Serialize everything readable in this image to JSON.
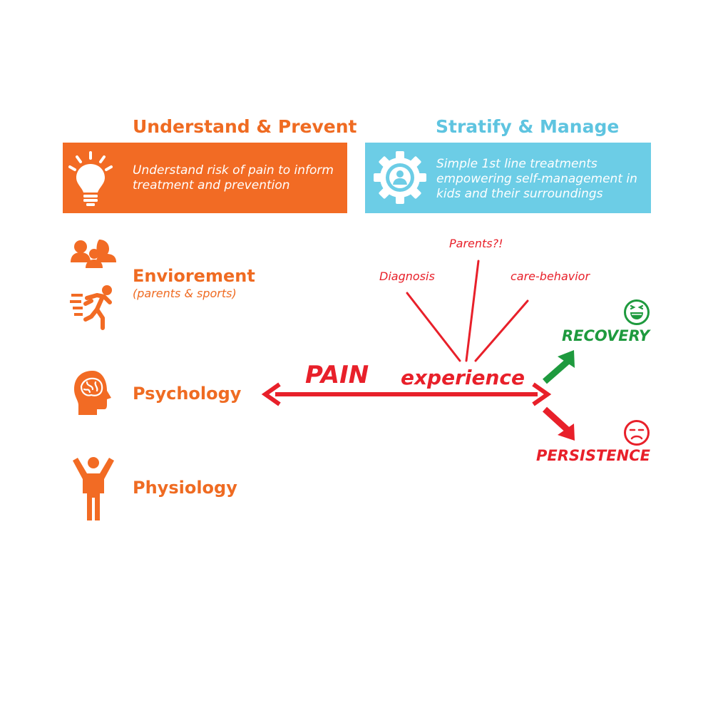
{
  "headers": {
    "left": "Understand & Prevent",
    "right": "Stratify & Manage"
  },
  "boxes": {
    "left": {
      "line1": "Understand risk of pain to inform",
      "line2": "treatment and prevention",
      "icon": "lightbulb-icon"
    },
    "right": {
      "line1": "Simple 1st line treatments",
      "line2": "empowering self-management in",
      "line3": "kids and their surroundings",
      "icon": "gear-person-icon"
    }
  },
  "factors": {
    "environment": {
      "label": "Enviorement",
      "sub": "(parents & sports)",
      "icons": [
        "family-icon",
        "running-person-icon"
      ]
    },
    "psychology": {
      "label": "Psychology",
      "icon": "brain-head-icon"
    },
    "physiology": {
      "label": "Physiology",
      "icon": "person-arms-up-icon"
    }
  },
  "influences": {
    "parents": "Parents?!",
    "diagnosis": "Diagnosis",
    "care": "care-behavior"
  },
  "pain": {
    "word1": "PAIN",
    "word2": "experience"
  },
  "outcomes": {
    "recovery": {
      "label": "RECOVERY",
      "icon": "smiley-icon"
    },
    "persistence": {
      "label": "PERSISTENCE",
      "icon": "frown-icon"
    }
  },
  "colors": {
    "orange": "#f26b24",
    "blue": "#6ccde6",
    "red": "#e8202a",
    "green": "#1e9a3e"
  }
}
